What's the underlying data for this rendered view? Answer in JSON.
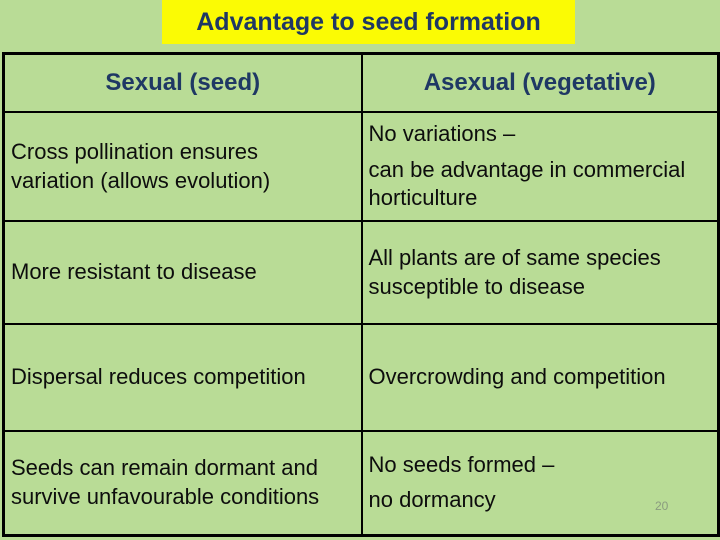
{
  "title": "Advantage to seed formation",
  "page_number": "20",
  "table": {
    "headers": {
      "sexual": "Sexual (seed)",
      "asexual": "Asexual (vegetative)"
    },
    "rows": [
      {
        "sexual": [
          "Cross pollination ensures variation (allows evolution)"
        ],
        "asexual": [
          "No variations –",
          "can be advantage in commercial horticulture"
        ]
      },
      {
        "sexual": [
          "More resistant to disease"
        ],
        "asexual": [
          "All plants are of same species susceptible to disease"
        ]
      },
      {
        "sexual": [
          "Dispersal reduces competition"
        ],
        "asexual": [
          "Overcrowding and competition"
        ]
      },
      {
        "sexual": [
          "Seeds can remain dormant and survive unfavourable conditions"
        ],
        "asexual": [
          "No seeds formed –",
          "no dormancy"
        ]
      }
    ]
  },
  "colors": {
    "background": "#b9dc96",
    "banner": "#fbfb04",
    "heading_text": "#1f3864",
    "body_text": "#0d0d0d",
    "border": "#000000",
    "page_number": "#8a9b7f"
  }
}
